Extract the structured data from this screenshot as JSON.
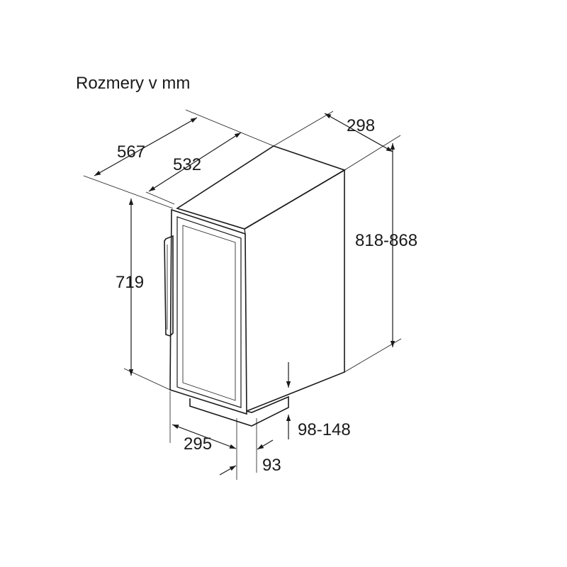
{
  "title": "Rozmery v mm",
  "dimensions": {
    "depth_total": "567",
    "depth_body": "532",
    "width_top": "298",
    "height_total": "818-868",
    "height_door": "719",
    "width_front": "295",
    "plinth_height": "98-148",
    "plinth_depth": "93"
  }
}
